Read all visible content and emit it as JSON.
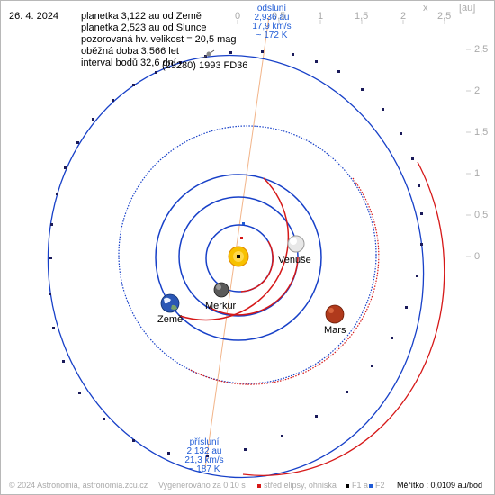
{
  "date": "26. 4. 2024",
  "info_lines": [
    "planetka 3,122 au od Země",
    "planetka 2,523 au od Slunce",
    "pozorovaná hv. velikost = 20,5 mag",
    "oběžná doba 3,566 let",
    "interval bodů 32,6 dní"
  ],
  "object_name": "(29280) 1993 FD36",
  "axis_x": {
    "ticks": [
      "0",
      "0,5",
      "1",
      "1,5",
      "2",
      "2,5"
    ],
    "unit_x": "x",
    "unit": "[au]"
  },
  "axis_y": {
    "ticks": [
      "2,5",
      "2",
      "1,5",
      "1",
      "0,5",
      "0"
    ]
  },
  "aphelion": {
    "title": "odsluní",
    "distance": "2,936 au",
    "speed": "17,9 km/s",
    "temp": "~ 172 K"
  },
  "perihelion": {
    "title": "přísluní",
    "distance": "2,132 au",
    "speed": "21,3 km/s",
    "temp": "~ 187 K"
  },
  "planets": {
    "venus": "Venuše",
    "earth": "Země",
    "mercury": "Merkur",
    "mars": "Mars"
  },
  "footer": {
    "copyright": "© 2024 Astronomia, astronomia.zcu.cz",
    "generated": "Vygenerováno za 0,10 s",
    "legend_center": "střed elipsy, ohniska",
    "legend_f1": "F1 a",
    "legend_f2": "F2",
    "scale": "Měřítko : 0,0109 au/bod"
  },
  "colors": {
    "orbit_blue": "#1740c8",
    "orbit_red": "#d61818",
    "axis_line": "#f0b890"
  }
}
